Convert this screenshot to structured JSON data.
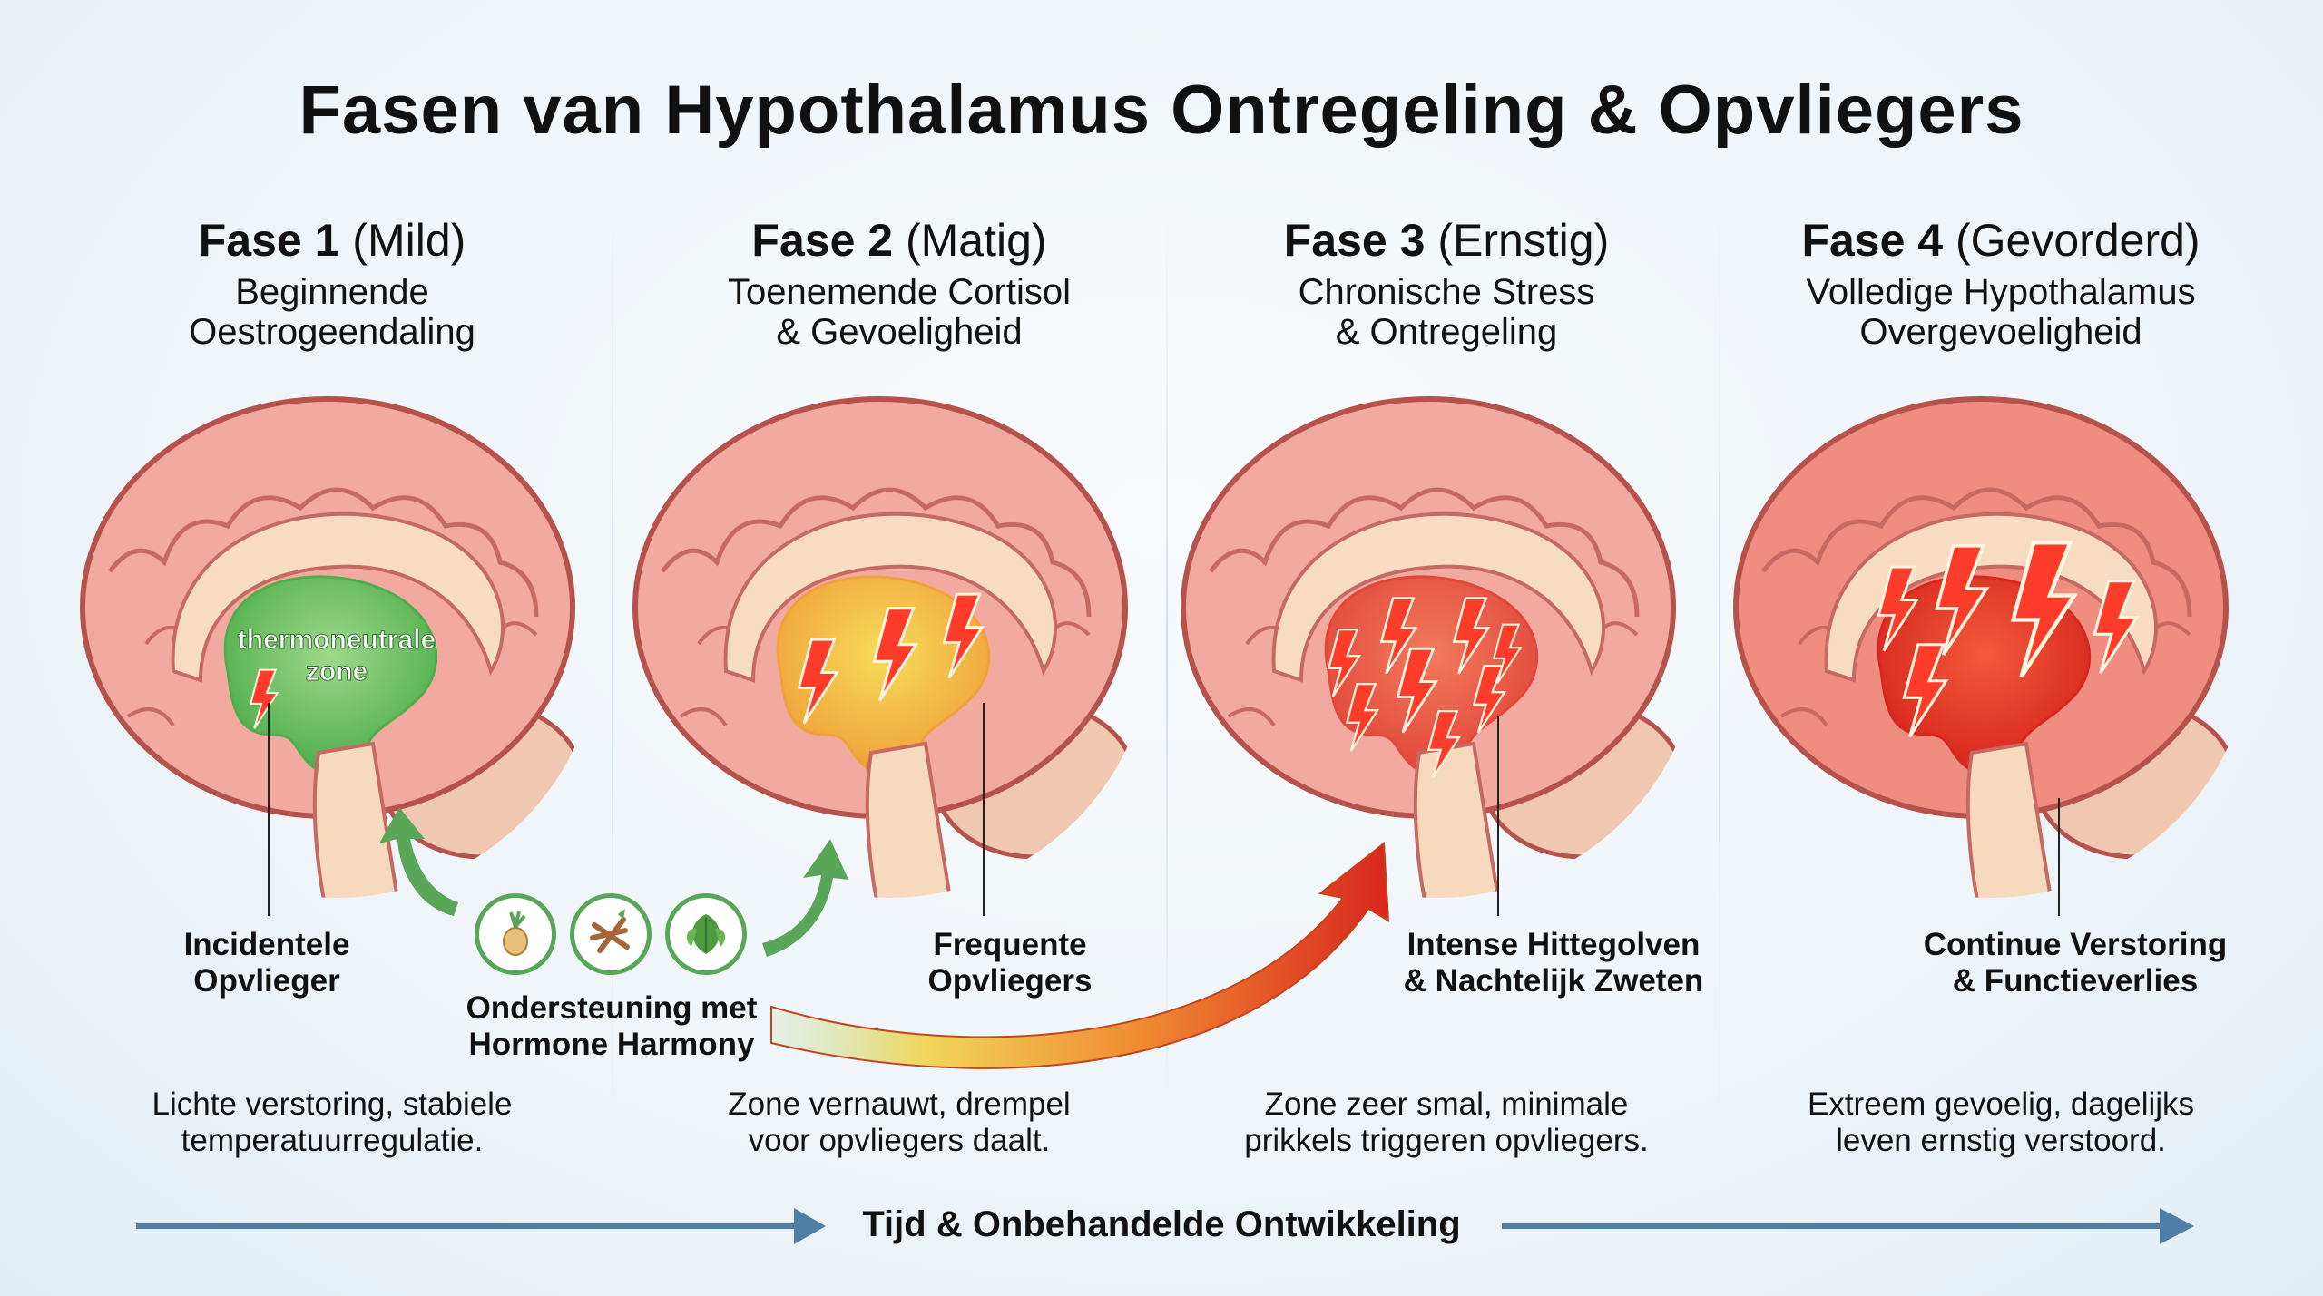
{
  "title": "Fasen van Hypothalamus Ontregeling & Opvliegers",
  "phases": [
    {
      "name": "Fase 1",
      "severity": "(Mild)",
      "subtitle_1": "Beginnende",
      "subtitle_2": "Oestrogeendaling",
      "label_1": "Incidentele",
      "label_2": "Opvlieger",
      "desc_1": "Lichte verstoring, stabiele",
      "desc_2": "temperatuurregulatie.",
      "zone_color": "#4fae4c",
      "zone_glow": "#9fd88a",
      "bolt_count": 1,
      "zone_label_1": "thermoneutrale",
      "zone_label_2": "zone"
    },
    {
      "name": "Fase 2",
      "severity": "(Matig)",
      "subtitle_1": "Toenemende Cortisol",
      "subtitle_2": "& Gevoeligheid",
      "label_1": "Frequente",
      "label_2": "Opvliegers",
      "desc_1": "Zone vernauwt, drempel",
      "desc_2": "voor opvliegers daalt.",
      "zone_color": "#f0a13a",
      "zone_glow": "#f7dc5a",
      "bolt_count": 3
    },
    {
      "name": "Fase 3",
      "severity": "(Ernstig)",
      "subtitle_1": "Chronische Stress",
      "subtitle_2": "& Ontregeling",
      "label_1": "Intense Hittegolven",
      "label_2": "& Nachtelijk Zweten",
      "desc_1": "Zone zeer smal, minimale",
      "desc_2": "prikkels triggeren opvliegers.",
      "zone_color": "#e2473a",
      "zone_glow": "#f27a5e",
      "bolt_count": 8
    },
    {
      "name": "Fase 4",
      "severity": "(Gevorderd)",
      "subtitle_1": "Volledige Hypothalamus",
      "subtitle_2": "Overgevoeligheid",
      "label_1": "Continue Verstoring",
      "label_2": "& Functieverlies",
      "desc_1": "Extreem gevoelig, dagelijks",
      "desc_2": "leven ernstig verstoord.",
      "zone_color": "#d7261e",
      "zone_glow": "#f35a3a",
      "bolt_count": 5
    }
  ],
  "support": {
    "label_1": "Ondersteuning met",
    "label_2": "Hormone Harmony",
    "herbs": [
      "maca-root",
      "dong-quai-root",
      "herb-leaves"
    ]
  },
  "timeline": {
    "label": "Tijd & Onbehandelde Ontwikkeling",
    "color": "#4f7fa6"
  }
}
